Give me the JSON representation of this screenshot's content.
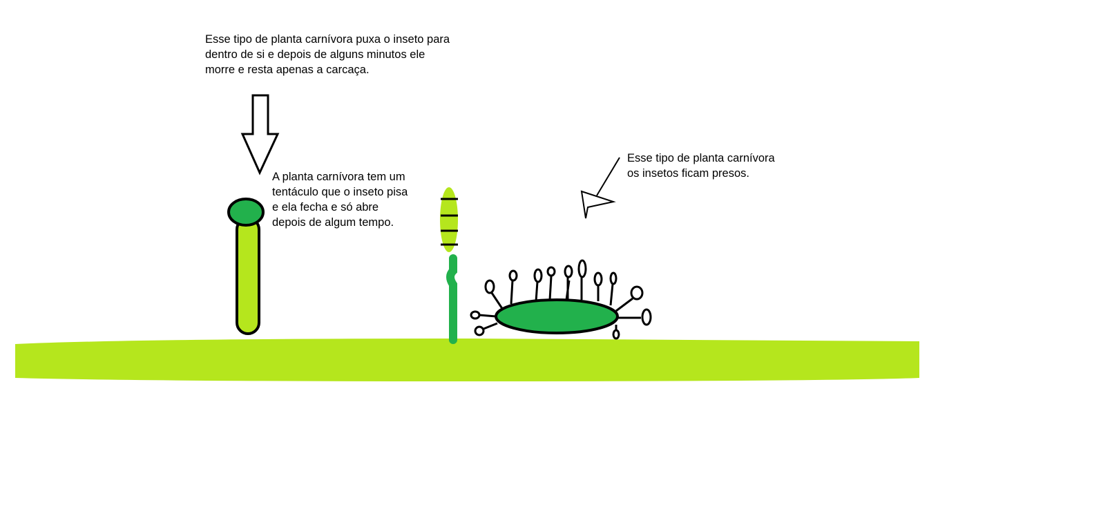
{
  "annotations": {
    "top": {
      "lines": [
        "Esse tipo de planta carnívora puxa o inseto para",
        "dentro de si e depois de alguns minutos ele",
        "morre e resta apenas a carcaça."
      ]
    },
    "middle": {
      "lines": [
        "A planta carnívora tem um",
        "tentáculo que o inseto pisa",
        "e ela fecha e só abre",
        "depois de algum tempo."
      ]
    },
    "right": {
      "lines": [
        "Esse tipo de planta carnívora",
        "os insetos ficam presos."
      ]
    }
  },
  "colors": {
    "ground": "#b5e61d",
    "light_green": "#b5e61d",
    "dark_green": "#22b14c",
    "outline": "#000000"
  }
}
